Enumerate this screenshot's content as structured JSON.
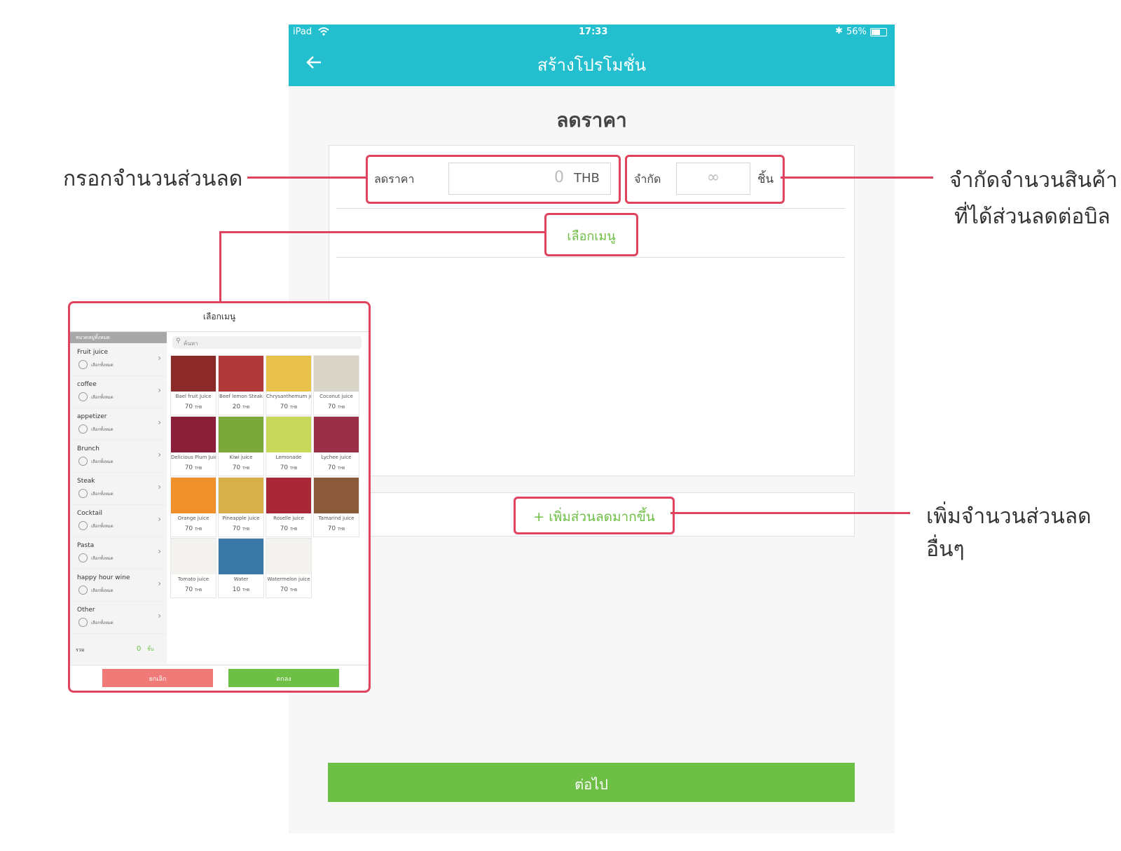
{
  "status_bar": {
    "device": "iPad",
    "time": "17:33",
    "battery": "56%"
  },
  "nav": {
    "title": "สร้างโปรโมชั่น"
  },
  "page": {
    "heading": "ลดราคา"
  },
  "discount": {
    "label": "ลดราคา",
    "value": "0",
    "unit": "THB"
  },
  "limit": {
    "label": "จำกัด",
    "value": "∞",
    "unit": "ชิ้น"
  },
  "select_menu_button": "เลือกเมนู",
  "add_more_button": "+ เพิ่มส่วนลดมากขึ้น",
  "next_button": "ต่อไป",
  "annotations": {
    "discount_amount": "กรอกจำนวนส่วนลด",
    "limit_line1": "จำกัดจำนวนสินค้า",
    "limit_line2": "ที่ได้ส่วนลดต่อบิล",
    "add_more": "เพิ่มจำนวนส่วนลดอื่นๆ"
  },
  "popup": {
    "title": "เลือกเมนู",
    "categories_header": "หมวดหมู่ทั้งหมด",
    "search_placeholder": "ค้นหา",
    "select_all": "เลือกทั้งหมด",
    "categories": [
      "Fruit juice",
      "coffee",
      "appetizer",
      "Brunch",
      "Steak",
      "Cocktail",
      "Pasta",
      "happy hour wine",
      "Other"
    ],
    "total_label": "รวม",
    "total_value": "0",
    "total_unit": "ชิ้น",
    "cancel": "ยกเลิก",
    "ok": "ตกลง",
    "currency": "THB",
    "items": [
      {
        "name": "Bael fruit  Juice",
        "price": "70",
        "color": "#8c2a2a"
      },
      {
        "name": "Beef lemon Steak",
        "price": "20",
        "color": "#b03a3a"
      },
      {
        "name": "Chrysanthemum juice",
        "price": "70",
        "color": "#e8c24a"
      },
      {
        "name": "Coconut juice",
        "price": "70",
        "color": "#d9d4c8"
      },
      {
        "name": "Delicious Plum Juice Recipes",
        "price": "70",
        "color": "#8a1f3a"
      },
      {
        "name": "Kiwi juice",
        "price": "70",
        "color": "#7aa83a"
      },
      {
        "name": "Lemonade",
        "price": "70",
        "color": "#c8d85a"
      },
      {
        "name": "Lychee juice",
        "price": "70",
        "color": "#9a3048"
      },
      {
        "name": "Orange juice",
        "price": "70",
        "color": "#f0902a"
      },
      {
        "name": "Pineapple juice",
        "price": "70",
        "color": "#d8b04a"
      },
      {
        "name": "Roselle juice",
        "price": "70",
        "color": "#a82838"
      },
      {
        "name": "Tamarind juice",
        "price": "70",
        "color": "#8a5a3a"
      },
      {
        "name": "Tomato juice",
        "price": "70",
        "color": "#f4f2ee"
      },
      {
        "name": "Water",
        "price": "10",
        "color": "#3a78a8"
      },
      {
        "name": "Watermelon juice",
        "price": "70",
        "color": "#f4f2ee"
      }
    ]
  },
  "colors": {
    "nav_bg": "#24bfcf",
    "accent_red": "#e0435e",
    "green": "#6dbf45",
    "cancel_red": "#f07a78"
  }
}
